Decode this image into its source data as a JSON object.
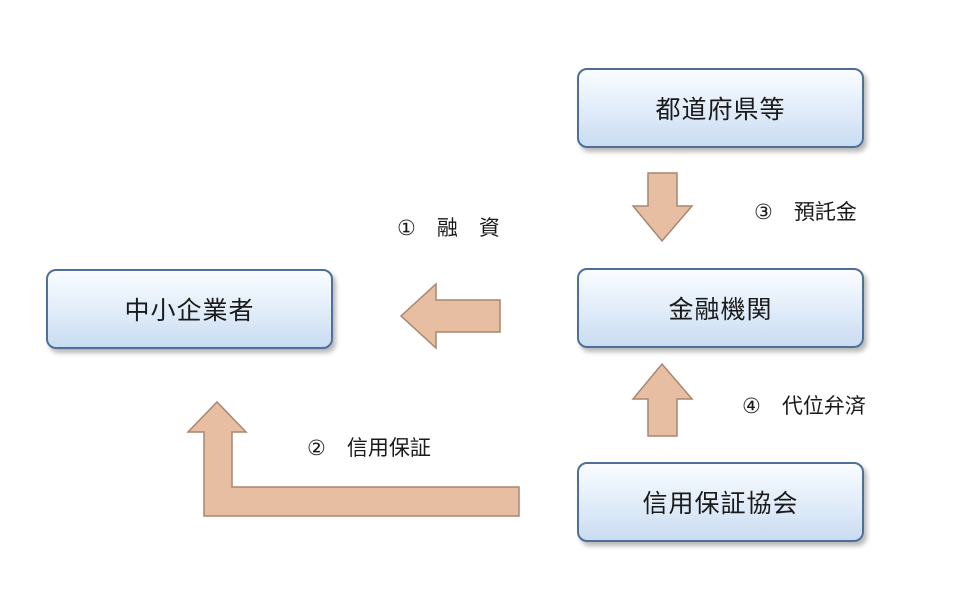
{
  "nodes": {
    "prefecture": "都道府県等",
    "bank": "金融機関",
    "guarantee_association": "信用保証協会",
    "sme": "中小企業者"
  },
  "flows": {
    "loan": "①　融　資",
    "credit_guarantee": "②　信用保証",
    "deposit": "③　預託金",
    "subrogation": "④　代位弁済"
  },
  "colors": {
    "box_border": "#4f6f96",
    "box_fill_top": "#f9fcff",
    "box_fill_bottom": "#c9dcf1",
    "arrow_fill": "#e8bea3",
    "arrow_stroke": "#a9866f"
  }
}
